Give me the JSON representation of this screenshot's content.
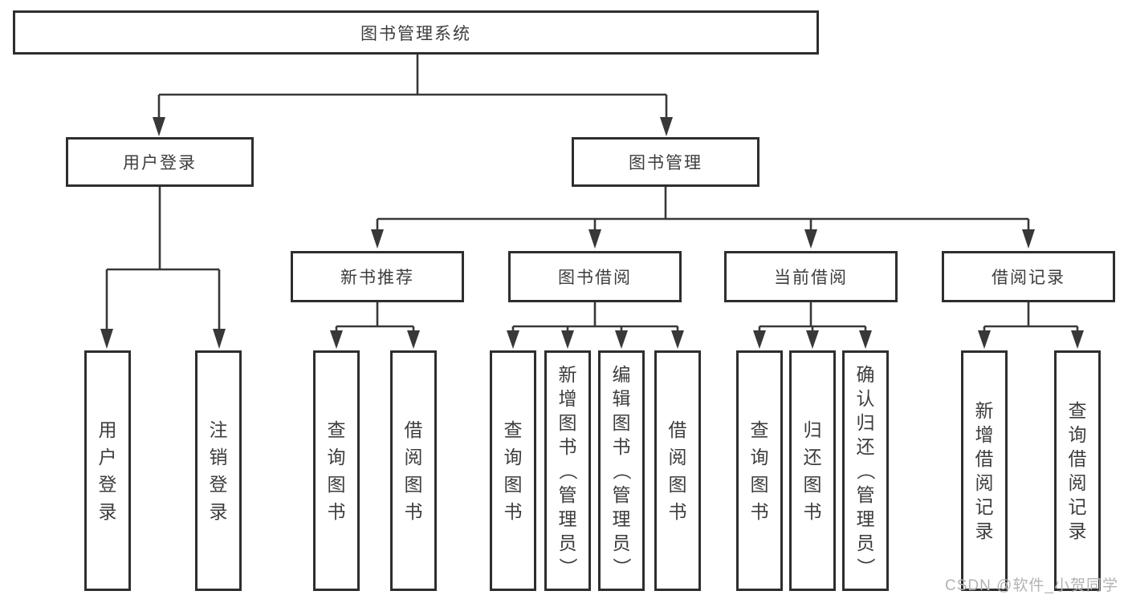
{
  "diagram": {
    "root_label": "图书管理系统",
    "user_login": {
      "label": "用户登录",
      "children": [
        "用户登录",
        "注销登录"
      ]
    },
    "book_management": {
      "label": "图书管理",
      "sections": [
        {
          "label": "新书推荐",
          "children": [
            "查询图书",
            "借阅图书"
          ]
        },
        {
          "label": "图书借阅",
          "children": [
            "查询图书",
            "新增图书（管理员）",
            "编辑图书（管理员）",
            "借阅图书"
          ]
        },
        {
          "label": "当前借阅",
          "children": [
            "查询图书",
            "归还图书",
            "确认归还（管理员）"
          ]
        },
        {
          "label": "借阅记录",
          "children": [
            "新增借阅记录",
            "查询借阅记录"
          ]
        }
      ]
    },
    "line_color": "#383838",
    "border_color": "#2e2e2e",
    "text_color": "#3d3d3d"
  },
  "watermark": {
    "text": "CSDN @软件_小贺同学",
    "color": "#b3b3b3"
  }
}
